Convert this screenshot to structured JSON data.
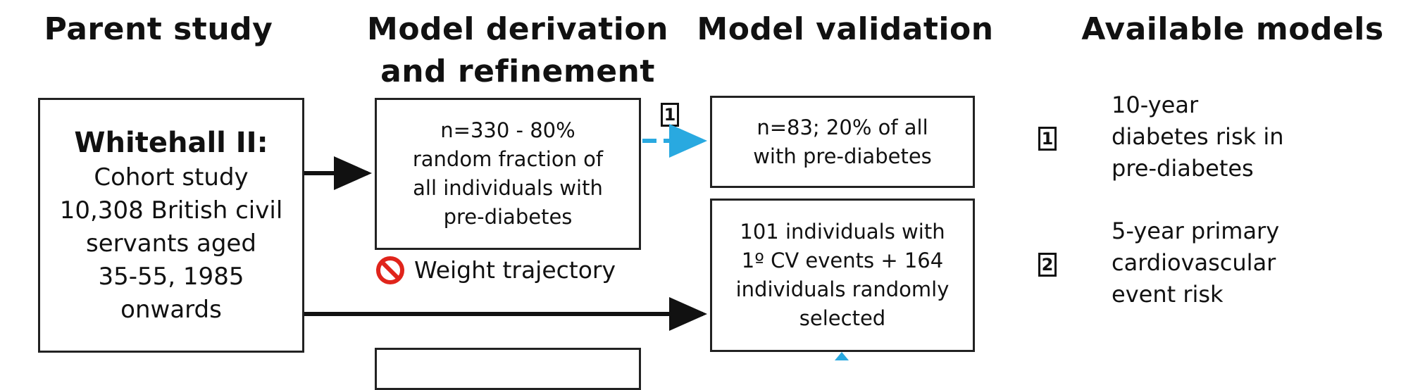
{
  "headers": {
    "parent": "Parent study",
    "derivation": [
      "Model derivation",
      "and refinement"
    ],
    "validation": "Model validation",
    "models": "Available models"
  },
  "parent_box": {
    "title": "Whitehall II:",
    "lines": [
      "Cohort study",
      "10,308 British civil",
      "servants aged",
      "35-55, 1985",
      "onwards"
    ]
  },
  "derivation_box": {
    "lines": [
      "n=330 - 80%",
      "random fraction of",
      "all individuals with",
      "pre-diabetes"
    ]
  },
  "validation_box_1": {
    "lines": [
      "n=83; 20% of all",
      "with pre-diabetes"
    ]
  },
  "validation_box_2": {
    "lines": [
      "101 individuals with",
      "1º CV events + 164",
      "individuals randomly",
      "selected"
    ]
  },
  "exclusion": {
    "icon": "prohibited-icon",
    "label": "Weight trajectory"
  },
  "arrow_badge": "1",
  "models": [
    {
      "number": "1",
      "lines": [
        "10-year",
        "diabetes risk in",
        "pre-diabetes"
      ]
    },
    {
      "number": "2",
      "lines": [
        "5-year primary",
        "cardiovascular",
        "event risk"
      ]
    }
  ],
  "colors": {
    "arrow_dark": "#111111",
    "arrow_blue": "#29a9e0",
    "prohibit_red": "#e0241b"
  }
}
